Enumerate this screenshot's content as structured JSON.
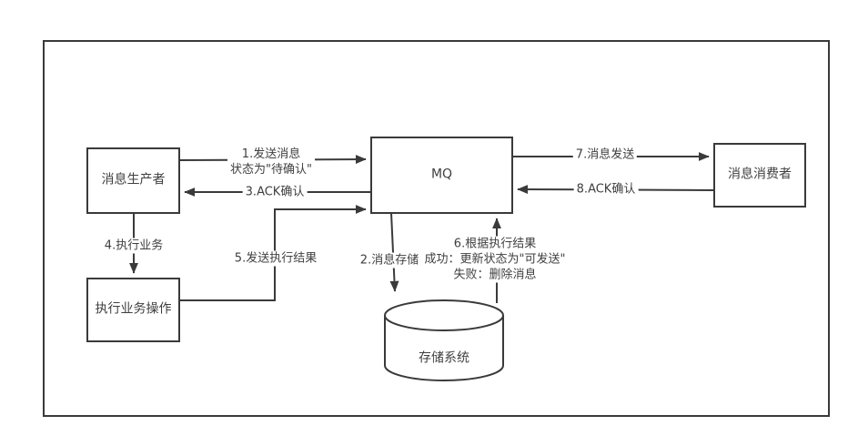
{
  "canvas": {
    "background": "#ffffff",
    "line_color": "#3a3a3a",
    "text_color": "#3f3f3f"
  },
  "nodes": {
    "producer": {
      "label": "消息生产者"
    },
    "mq": {
      "label": "MQ"
    },
    "consumer": {
      "label": "消息消费者"
    },
    "executor": {
      "label": "执行业务操作"
    },
    "storage": {
      "label": "存储系统"
    }
  },
  "edges": {
    "e1": {
      "line1": "1.发送消息",
      "line2": "状态为\"待确认\""
    },
    "e2": {
      "label": "2.消息存储"
    },
    "e3": {
      "label": "3.ACK确认"
    },
    "e4": {
      "label": "4.执行业务"
    },
    "e5": {
      "label": "5.发送执行结果"
    },
    "e6": {
      "line1": "6.根据执行结果",
      "line2": "成功：更新状态为\"可发送\"",
      "line3": "失败：删除消息"
    },
    "e7": {
      "label": "7.消息发送"
    },
    "e8": {
      "label": "8.ACK确认"
    }
  }
}
